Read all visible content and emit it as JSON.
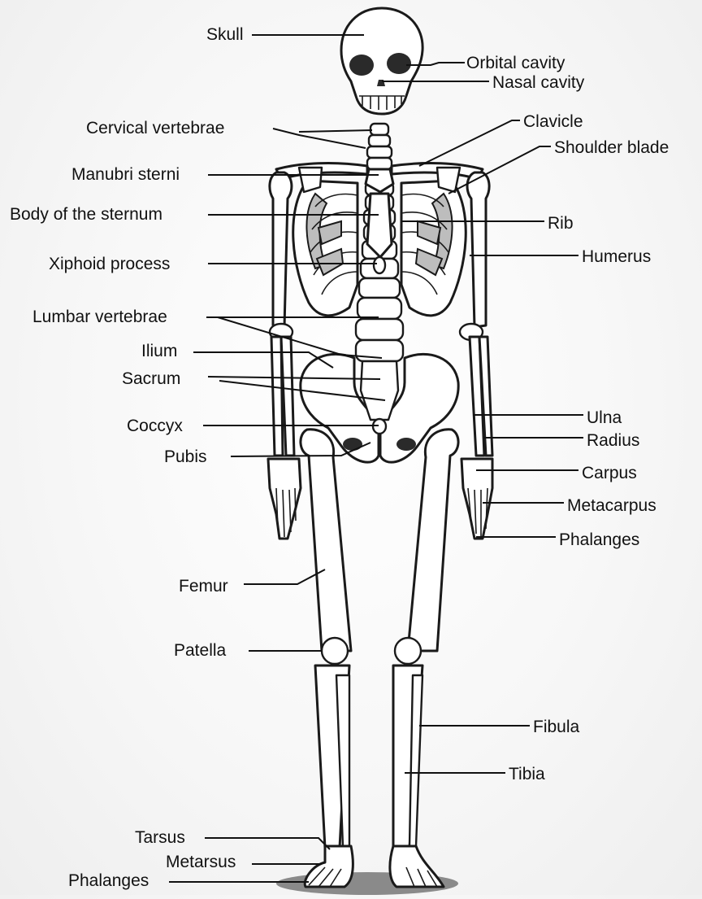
{
  "labels": {
    "skull": "Skull",
    "orbital_cavity": "Orbital cavity",
    "nasal_cavity": "Nasal cavity",
    "cervical_vertebrae": "Cervical vertebrae",
    "clavicle": "Clavicle",
    "shoulder_blade": "Shoulder blade",
    "manubri_sterni": "Manubri sterni",
    "body_of_sternum": "Body of the sternum",
    "rib": "Rib",
    "xiphoid_process": "Xiphoid process",
    "humerus": "Humerus",
    "lumbar_vertebrae": "Lumbar vertebrae",
    "ilium": "Ilium",
    "sacrum": "Sacrum",
    "coccyx": "Coccyx",
    "pubis": "Pubis",
    "ulna": "Ulna",
    "radius": "Radius",
    "carpus": "Carpus",
    "metacarpus": "Metacarpus",
    "phalanges_hand": "Phalanges",
    "femur": "Femur",
    "patella": "Patella",
    "fibula": "Fibula",
    "tibia": "Tibia",
    "tarsus": "Tarsus",
    "metarsus": "Metarsus",
    "phalanges_foot": "Phalanges"
  },
  "colors": {
    "line": "#111111",
    "bone": "#ffffff",
    "shade": "#bdbdbd",
    "background": "#f4f4f4"
  }
}
